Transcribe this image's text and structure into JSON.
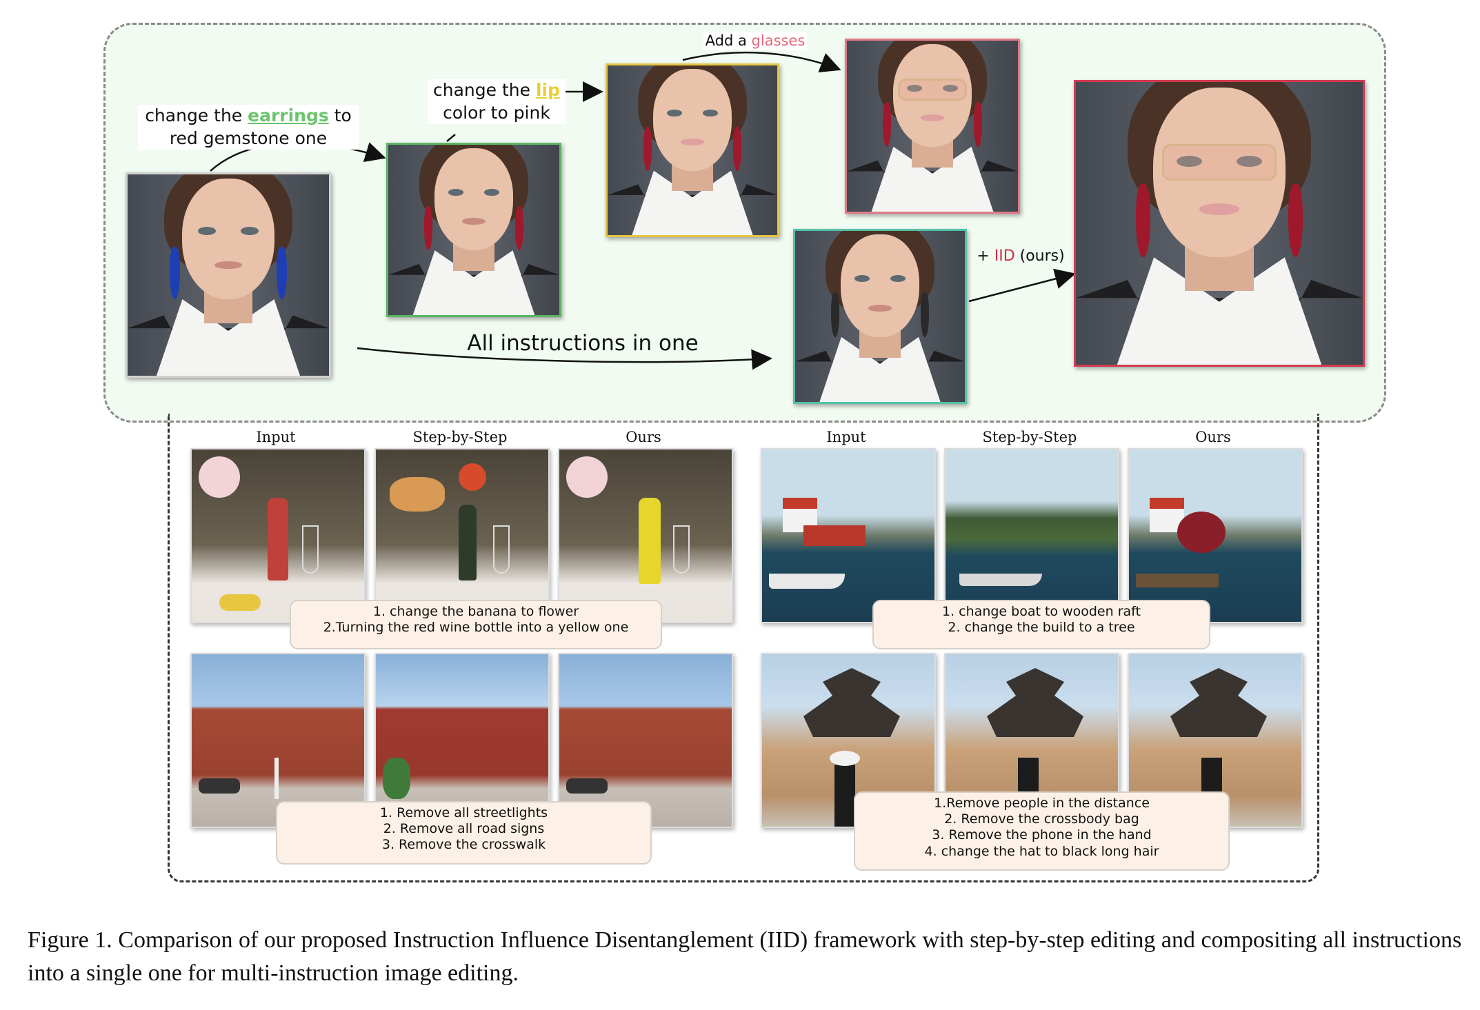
{
  "top": {
    "ann_earrings": {
      "pre": "change the ",
      "hl": "earrings",
      "post": " to",
      "line2": "red gemstone one"
    },
    "ann_lip": {
      "pre": "change the ",
      "hl": "lip",
      "line2": "color to pink"
    },
    "ann_glasses": {
      "pre": "Add a ",
      "hl": "glasses"
    },
    "ann_all": "All instructions in one",
    "ann_iid": {
      "pre": "+ ",
      "hl": "IID",
      "post": " (ours)"
    }
  },
  "columns": {
    "left": [
      "Input",
      "Step-by-Step",
      "Ours"
    ],
    "right": [
      "Input",
      "Step-by-Step",
      "Ours"
    ]
  },
  "bubbles": {
    "wine": [
      "1. change the banana to flower",
      "2.Turning the red wine bottle into a yellow one"
    ],
    "boat": [
      "1. change boat to wooden raft",
      "2. change the build to a tree"
    ],
    "building": [
      "1. Remove all streetlights",
      "2. Remove all road signs",
      "3. Remove the crosswalk"
    ],
    "tower": [
      "1.Remove people in the distance",
      "2. Remove the crossbody bag",
      "3. Remove the phone in the hand",
      "4. change the hat to black long hair"
    ]
  },
  "caption": "Figure 1.  Comparison of our proposed Instruction Influence Disentanglement (IID) framework with step-by-step editing and compositing all instructions into a single one for multi-instruction image editing.",
  "colors": {
    "panel_bg": "#f1fbf1",
    "green": "#5cb464",
    "yellow": "#e5c545",
    "pink": "#e07a88",
    "red": "#d23a52",
    "teal": "#55c1a6",
    "bubble_bg": "#fdf1e7"
  }
}
